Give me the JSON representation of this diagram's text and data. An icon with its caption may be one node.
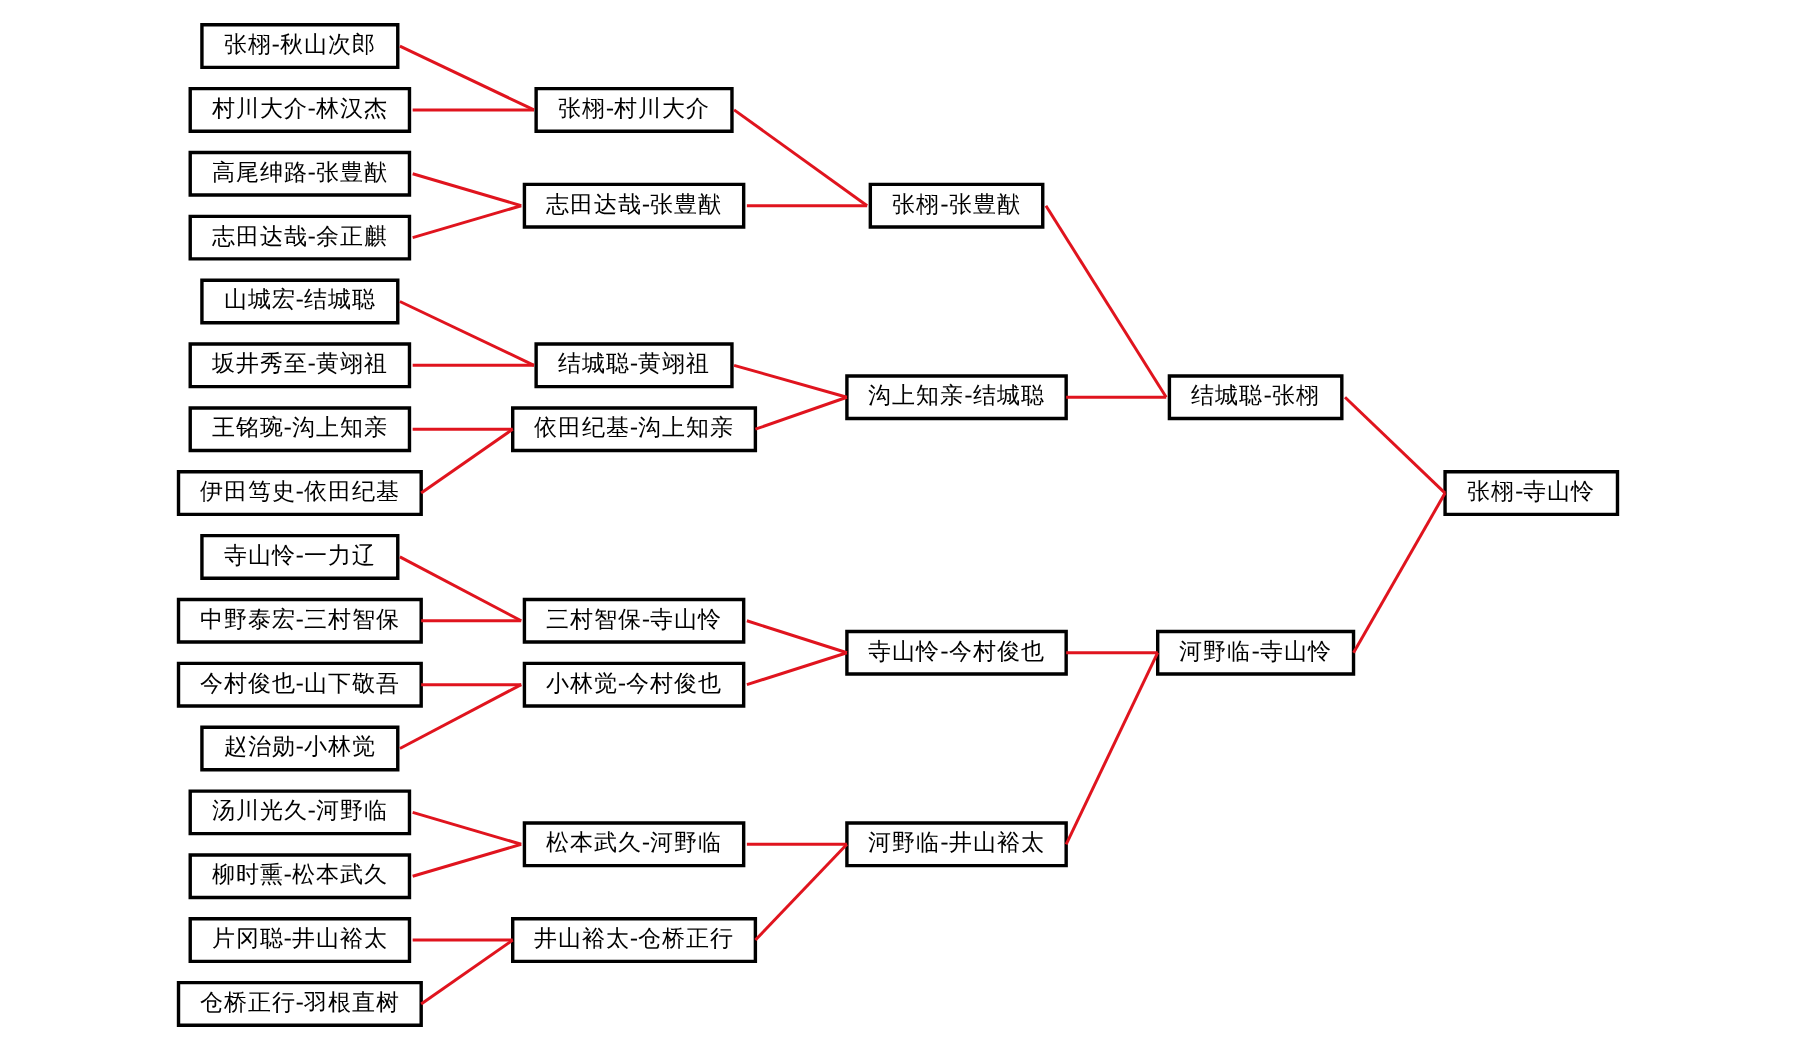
{
  "diagram": {
    "nodes": [
      {
        "text": [
          "张栩-秋山次郎"
        ]
      },
      {
        "text": [
          "村川大介-林汉杰"
        ]
      },
      {
        "text": [
          "高尾绅路-张豊猷"
        ]
      },
      {
        "text": [
          "志田达哉-余正麒"
        ]
      },
      {
        "text": [
          "山城宏-结城聪"
        ]
      },
      {
        "text": [
          "坂井秀至-黄翊祖"
        ]
      },
      {
        "text": [
          "王铭琬-沟上知亲"
        ]
      },
      {
        "text": [
          "伊田笃史-依田纪基"
        ]
      },
      {
        "text": [
          "寺山怜-一力辽"
        ]
      },
      {
        "text": [
          "中野泰宏-三村智保"
        ]
      },
      {
        "text": [
          "今村俊也-山下敬吾"
        ]
      },
      {
        "text": [
          "赵治勋-小林觉"
        ]
      },
      {
        "text": [
          "汤川光久-河野临"
        ]
      },
      {
        "text": [
          "柳时熏-松本武久"
        ]
      },
      {
        "text": [
          "片冈聪-井山裕太"
        ]
      },
      {
        "text": [
          "仓桥正行-羽根直树"
        ]
      },
      {
        "text": [
          "张栩-村川大介"
        ]
      },
      {
        "text": [
          "志田达哉-张豊猷"
        ]
      },
      {
        "text": [
          "结城聪-黄翊祖"
        ]
      },
      {
        "text": [
          "依田纪基-沟上知亲"
        ]
      },
      {
        "text": [
          "三村智保-寺山怜"
        ]
      },
      {
        "text": [
          "小林觉-今村俊也"
        ]
      },
      {
        "text": [
          "松本武久-河野临"
        ]
      },
      {
        "text": [
          "井山裕太-仓桥正行"
        ]
      },
      {
        "text": [
          "张栩-张豊猷"
        ]
      },
      {
        "text": [
          "沟上知亲-结城聪"
        ]
      },
      {
        "text": [
          "寺山怜-今村俊也"
        ]
      },
      {
        "text": [
          "河野临-井山裕太"
        ]
      },
      {
        "text": [
          "结城聪-张栩"
        ]
      },
      {
        "text": [
          "河野临-寺山怜"
        ]
      },
      {
        "text": [
          "张栩-寺山怜"
        ]
      }
    ],
    "edges": [
      {
        "from": 0,
        "to": 16,
        "arrow": "none"
      },
      {
        "from": 1,
        "to": 16,
        "arrow": "none"
      },
      {
        "from": 2,
        "to": 17,
        "arrow": "none"
      },
      {
        "from": 3,
        "to": 17,
        "arrow": "none"
      },
      {
        "from": 4,
        "to": 18,
        "arrow": "none"
      },
      {
        "from": 5,
        "to": 18,
        "arrow": "none"
      },
      {
        "from": 6,
        "to": 19,
        "arrow": "none"
      },
      {
        "from": 7,
        "to": 19,
        "arrow": "none"
      },
      {
        "from": 8,
        "to": 20,
        "arrow": "none"
      },
      {
        "from": 9,
        "to": 20,
        "arrow": "none"
      },
      {
        "from": 10,
        "to": 21,
        "arrow": "none"
      },
      {
        "from": 11,
        "to": 21,
        "arrow": "none"
      },
      {
        "from": 12,
        "to": 22,
        "arrow": "none"
      },
      {
        "from": 13,
        "to": 22,
        "arrow": "none"
      },
      {
        "from": 14,
        "to": 23,
        "arrow": "none"
      },
      {
        "from": 15,
        "to": 23,
        "arrow": "none"
      },
      {
        "from": 16,
        "to": 24,
        "arrow": "none"
      },
      {
        "from": 17,
        "to": 24,
        "arrow": "none"
      },
      {
        "from": 18,
        "to": 25,
        "arrow": "none"
      },
      {
        "from": 19,
        "to": 25,
        "arrow": "none"
      },
      {
        "from": 20,
        "to": 26,
        "arrow": "none"
      },
      {
        "from": 21,
        "to": 26,
        "arrow": "none"
      },
      {
        "from": 22,
        "to": 27,
        "arrow": "none"
      },
      {
        "from": 23,
        "to": 27,
        "arrow": "none"
      },
      {
        "from": 24,
        "to": 28,
        "arrow": "none"
      },
      {
        "from": 25,
        "to": 28,
        "arrow": "none"
      },
      {
        "from": 26,
        "to": 29,
        "arrow": "none"
      },
      {
        "from": 27,
        "to": 29,
        "arrow": "none"
      },
      {
        "from": 28,
        "to": 30,
        "arrow": "none"
      },
      {
        "from": 29,
        "to": 30,
        "arrow": "none"
      }
    ]
  }
}
